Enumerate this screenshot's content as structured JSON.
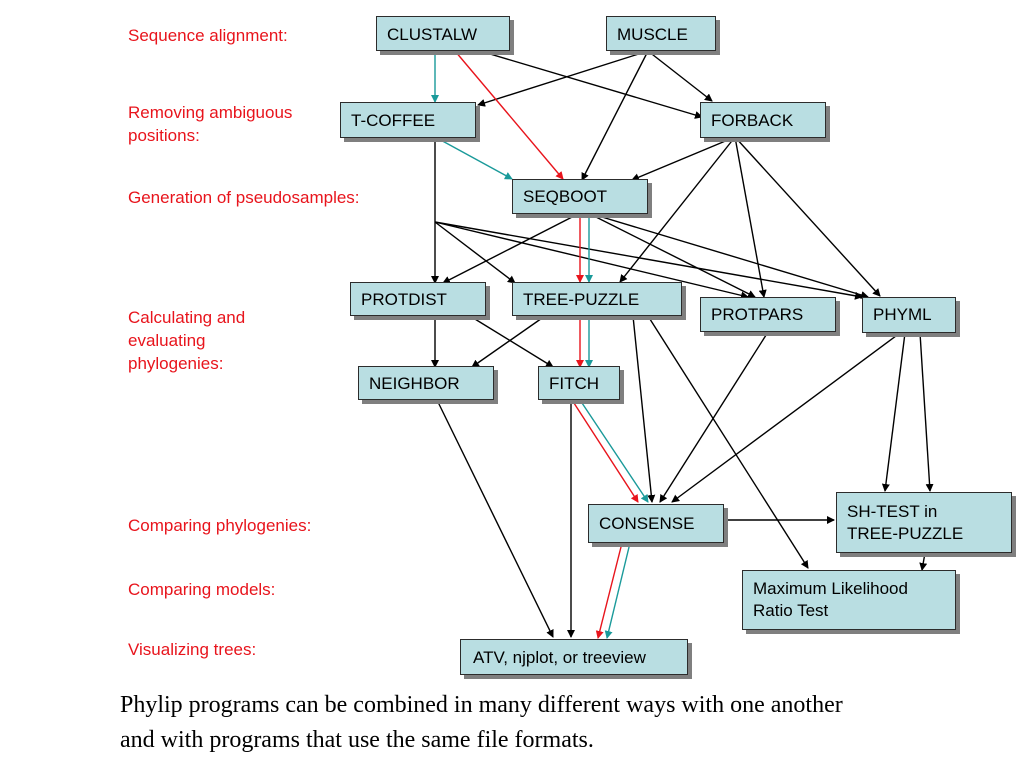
{
  "stage_labels": {
    "sequence_alignment": "Sequence alignment:",
    "removing_line1": "Removing ambiguous",
    "removing_line2": "positions:",
    "generation": "Generation of pseudosamples:",
    "calculating_line1": "Calculating and",
    "calculating_line2": "evaluating",
    "calculating_line3": "phylogenies:",
    "comparing_phylogenies": "Comparing phylogenies:",
    "comparing_models": "Comparing models:",
    "visualizing": "Visualizing trees:"
  },
  "nodes": {
    "clustalw": "CLUSTALW",
    "muscle": "MUSCLE",
    "tcoffee": "T-COFFEE",
    "forback": "FORBACK",
    "seqboot": "SEQBOOT",
    "protdist": "PROTDIST",
    "treepuzzle": "TREE-PUZZLE",
    "protpars": "PROTPARS",
    "phyml": "PHYML",
    "neighbor": "NEIGHBOR",
    "fitch": "FITCH",
    "consense": "CONSENSE",
    "shtest_line1": "SH-TEST in",
    "shtest_line2": "TREE-PUZZLE",
    "mlrt_line1": "Maximum Likelihood",
    "mlrt_line2": "Ratio Test",
    "atv": "ATV, njplot, or treeview"
  },
  "caption": {
    "line1": "Phylip programs can be combined in many different ways with one another",
    "line2": "and with programs that use the same file formats."
  },
  "colors": {
    "label": "#e8141c",
    "node_fill": "#b9dee2",
    "arrow_black": "#000000",
    "arrow_red": "#e8141c",
    "arrow_teal": "#1a9a9a"
  }
}
